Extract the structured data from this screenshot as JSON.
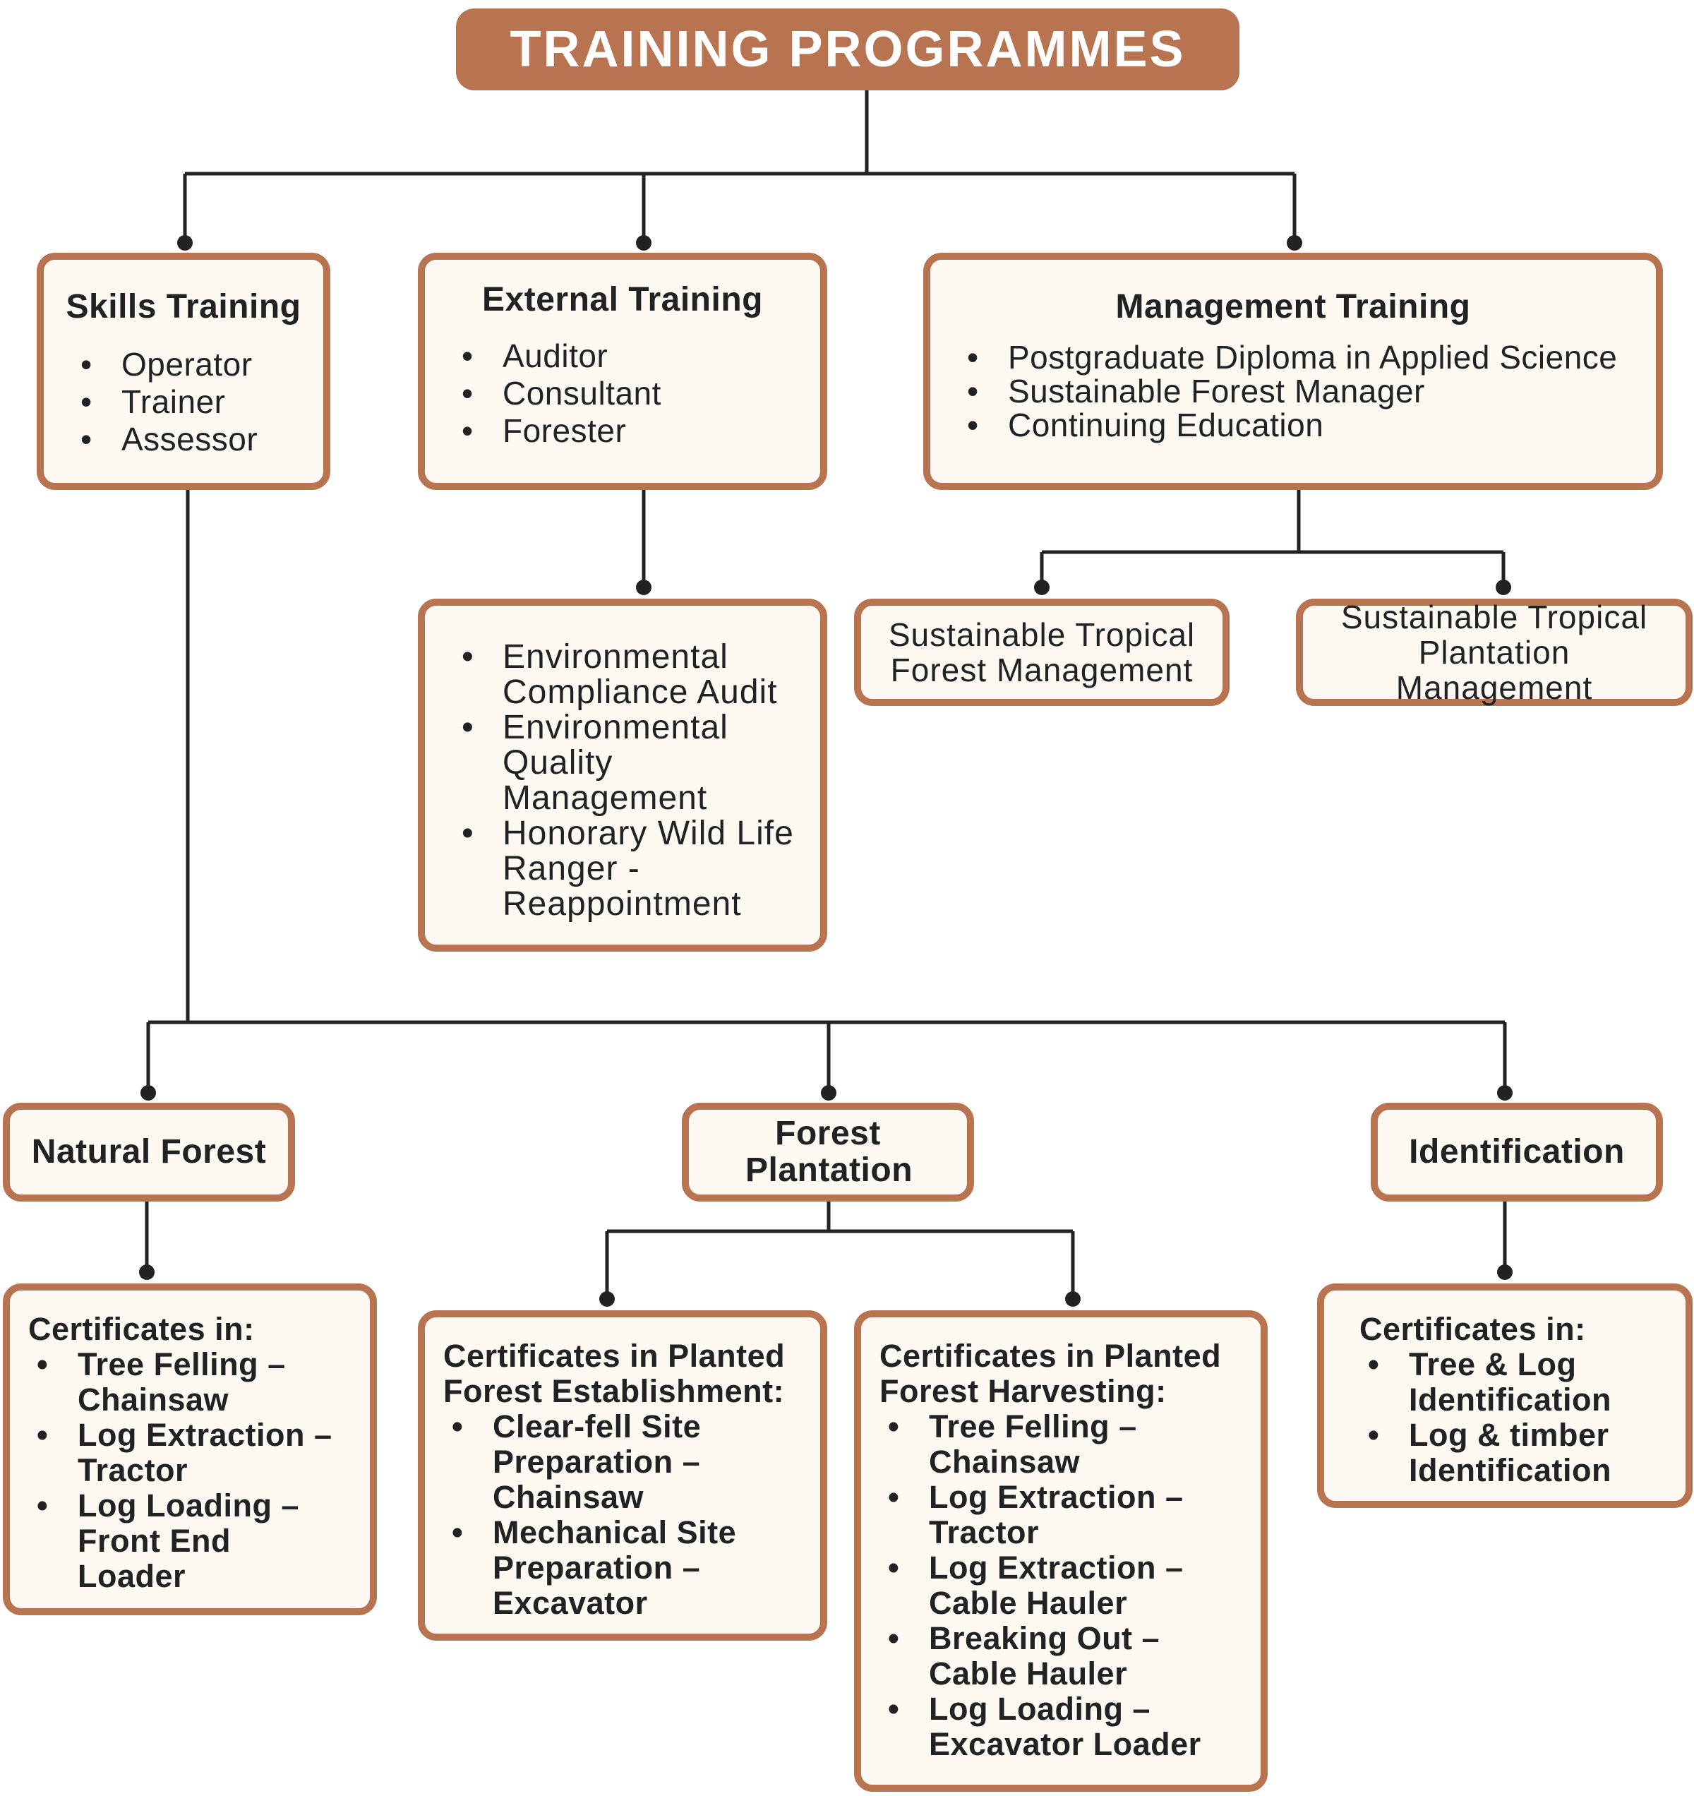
{
  "theme": {
    "accent": "#B87350",
    "box_fill": "#FDF8F2",
    "line": "#222222",
    "text": "#222222",
    "title_text": "#FFFFFF"
  },
  "title": "TRAINING PROGRAMMES",
  "skills_training": {
    "title": "Skills Training",
    "items": [
      "Operator",
      "Trainer",
      "Assessor"
    ]
  },
  "external_training": {
    "title": "External Training",
    "items": [
      "Auditor",
      "Consultant",
      "Forester"
    ],
    "courses": [
      "Environmental Compliance Audit",
      "Environmental Quality Management",
      "Honorary Wild Life Ranger - Reappointment"
    ]
  },
  "management_training": {
    "title": "Management Training",
    "items": [
      "Postgraduate Diploma in Applied Science",
      "Sustainable Forest Manager",
      "Continuing Education"
    ],
    "sub_left": "Sustainable Tropical Forest Management",
    "sub_right": "Sustainable Tropical Plantation Management"
  },
  "natural_forest": {
    "title": "Natural Forest",
    "cert_heading": "Certificates in:",
    "certs": [
      "Tree Felling – Chainsaw",
      "Log Extraction – Tractor",
      "Log Loading – Front End Loader"
    ]
  },
  "forest_plantation": {
    "title": "Forest Plantation",
    "establishment_heading": "Certificates in Planted Forest Establishment:",
    "establishment": [
      "Clear-fell Site Preparation – Chainsaw",
      "Mechanical Site Preparation – Excavator"
    ],
    "harvesting_heading": "Certificates in Planted Forest Harvesting:",
    "harvesting": [
      "Tree Felling – Chainsaw",
      "Log Extraction – Tractor",
      "Log Extraction – Cable Hauler",
      "Breaking Out – Cable Hauler",
      "Log Loading – Excavator  Loader"
    ]
  },
  "identification": {
    "title": "Identification",
    "cert_heading": "Certificates in:",
    "certs": [
      "Tree & Log Identification",
      "Log & timber Identification"
    ]
  }
}
